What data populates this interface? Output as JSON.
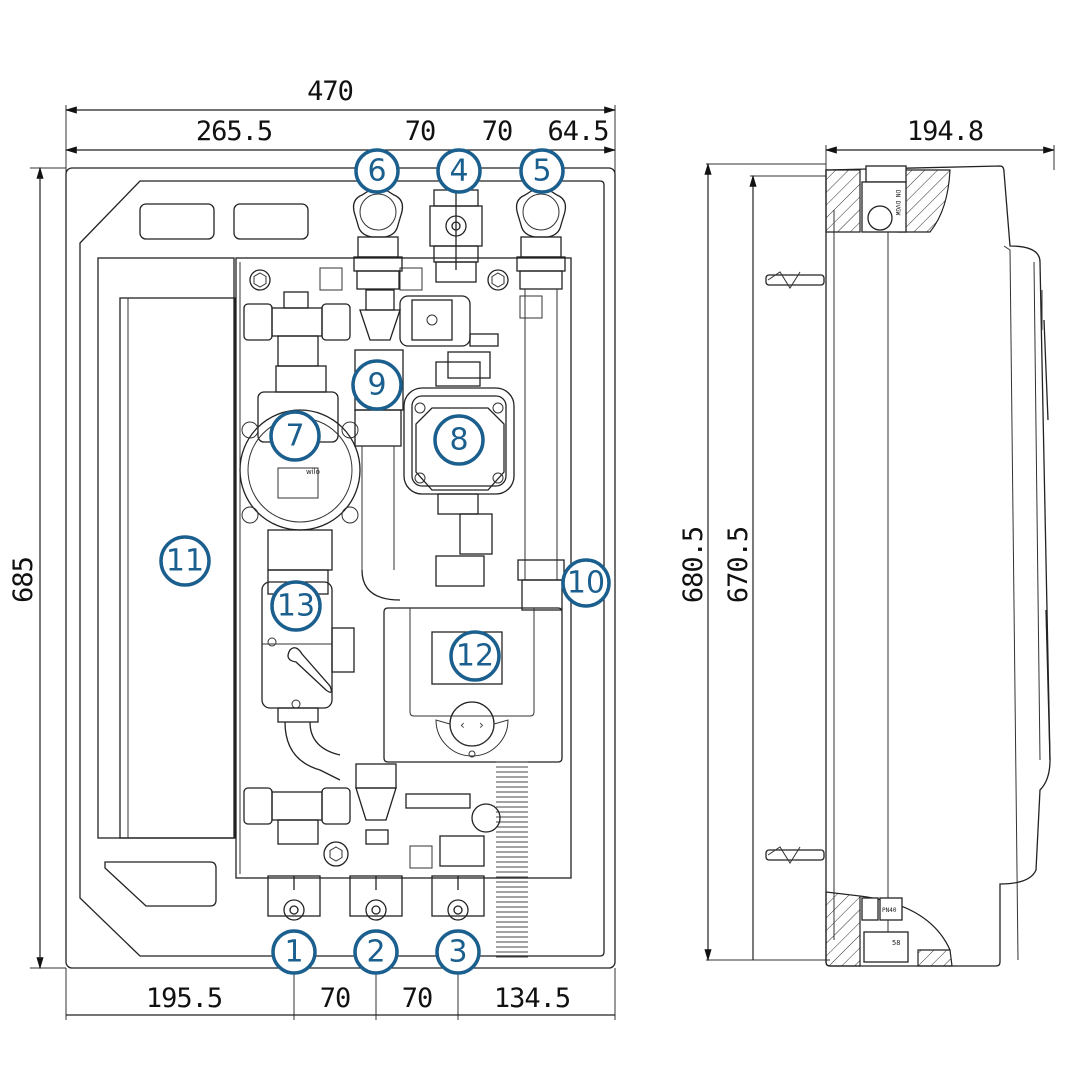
{
  "title": "Pump station dimension drawing",
  "accent_color": "#1b5f8e",
  "front_view": {
    "dimensions_top": {
      "overall_width": "470",
      "segments": [
        "265.5",
        "70",
        "70",
        "64.5"
      ]
    },
    "dimensions_bottom": {
      "segments": [
        "195.5",
        "70",
        "70",
        "134.5"
      ]
    },
    "dimension_height": "685",
    "callouts": [
      {
        "id": "1",
        "label": "1"
      },
      {
        "id": "2",
        "label": "2"
      },
      {
        "id": "3",
        "label": "3"
      },
      {
        "id": "4",
        "label": "4"
      },
      {
        "id": "5",
        "label": "5"
      },
      {
        "id": "6",
        "label": "6"
      },
      {
        "id": "7",
        "label": "7"
      },
      {
        "id": "8",
        "label": "8"
      },
      {
        "id": "9",
        "label": "9"
      },
      {
        "id": "10",
        "label": "10"
      },
      {
        "id": "11",
        "label": "11"
      },
      {
        "id": "12",
        "label": "12"
      },
      {
        "id": "13",
        "label": "13"
      }
    ],
    "pump_brand_label": "wilo"
  },
  "side_view": {
    "depth": "194.8",
    "height_outer": "680.5",
    "height_inner": "670.5",
    "valve_marking_top": "DN DVGW",
    "valve_marking_bottom": "PN40",
    "fitting_label": "58"
  }
}
